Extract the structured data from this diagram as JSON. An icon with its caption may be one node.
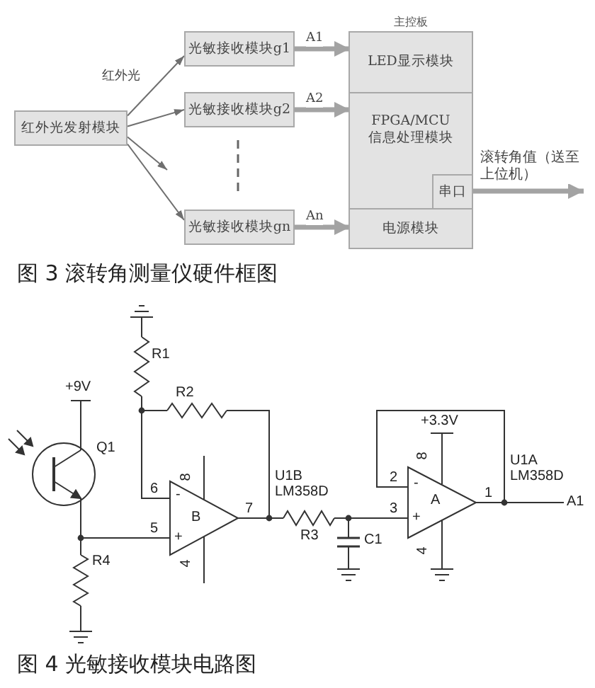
{
  "diagram": {
    "nodes": [
      {
        "text": [
          "红外光发射模块"
        ]
      },
      {
        "text": [
          "光敏接收模块g1"
        ]
      },
      {
        "text": [
          "光敏接收模块g2"
        ]
      },
      {
        "text": [
          "光敏接收模块gn"
        ]
      },
      {
        "text": [
          "主控板"
        ]
      },
      {
        "text": [
          "LED显示模块"
        ],
        "in": 4
      },
      {
        "text": [
          "FPGA/MCU 信息处理模块"
        ],
        "in": 4
      },
      {
        "text": [
          "串口"
        ],
        "in": 6
      },
      {
        "text": [
          "电源模块"
        ],
        "in": 4
      }
    ],
    "edges": [
      {
        "from": 0,
        "to": 1,
        "arrow": "to",
        "label": "红外光"
      },
      {
        "from": 0,
        "to": 2,
        "arrow": "to"
      },
      {
        "from": 0,
        "to": null,
        "arrow": "to"
      },
      {
        "from": 0,
        "to": 3,
        "arrow": "to"
      },
      {
        "from": 1,
        "to": 5,
        "arrow": "to",
        "label": "A1",
        "style": "thick"
      },
      {
        "from": 2,
        "to": 6,
        "arrow": "to",
        "label": "A2",
        "style": "thick"
      },
      {
        "from": 3,
        "to": 8,
        "arrow": "to",
        "label": "An",
        "style": "thick"
      },
      {
        "from": 7,
        "to": null,
        "arrow": "to",
        "label": "滚转角值（送至上位机）",
        "style": "thick"
      }
    ],
    "labels": [
      "图 3 滚转角测量仪硬件框图",
      "R1",
      "+9V",
      "R2",
      "+3.3V",
      "Q1",
      "8",
      "U1A",
      "LM358D",
      "8",
      "U1B",
      "LM358D",
      "2",
      "6",
      "-",
      "-",
      "A",
      "1",
      "A1",
      "7",
      "B",
      "3",
      "+",
      "5",
      "+",
      "R3",
      "C1",
      "R4",
      "4",
      "4",
      "图 4 光敏接收模块电路图"
    ]
  }
}
